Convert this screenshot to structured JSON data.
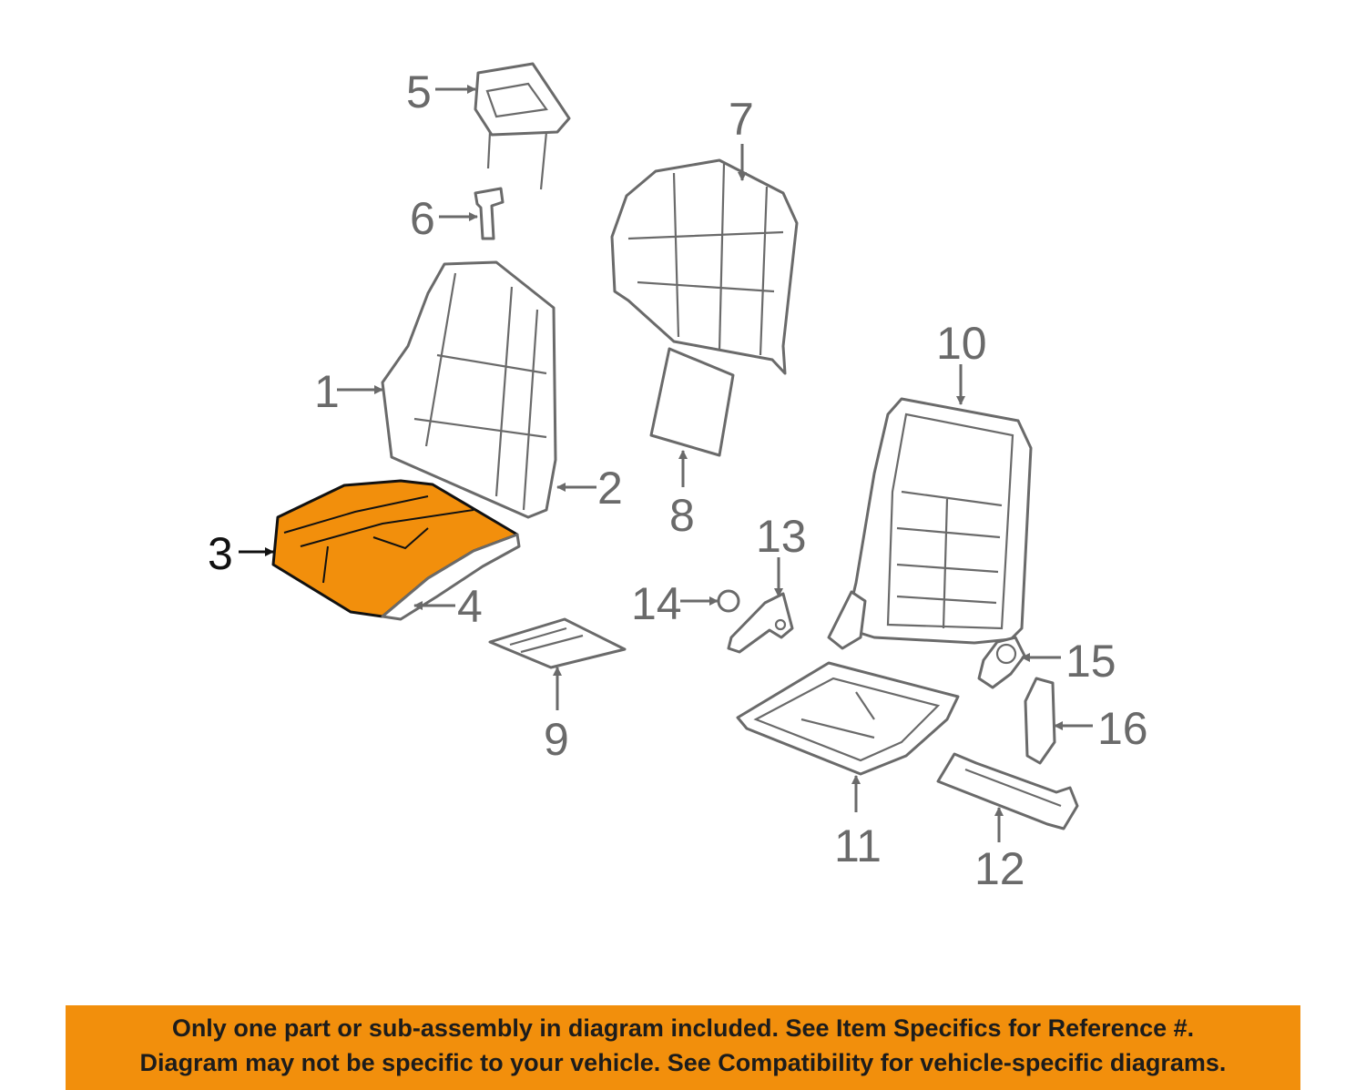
{
  "diagram": {
    "highlight_color": "#f28f0c",
    "highlighted_part": "3",
    "callouts": {
      "c1": "1",
      "c2": "2",
      "c3": "3",
      "c4": "4",
      "c5": "5",
      "c6": "6",
      "c7": "7",
      "c8": "8",
      "c9": "9",
      "c10": "10",
      "c11": "11",
      "c12": "12",
      "c13": "13",
      "c14": "14",
      "c15": "15",
      "c16": "16"
    }
  },
  "banner": {
    "background_color": "#f28f0c",
    "line1": "Only one part or sub-assembly in diagram included. See Item Specifics for Reference #.",
    "line2": "Diagram may not be specific to your vehicle. See Compatibility for vehicle-specific diagrams."
  }
}
